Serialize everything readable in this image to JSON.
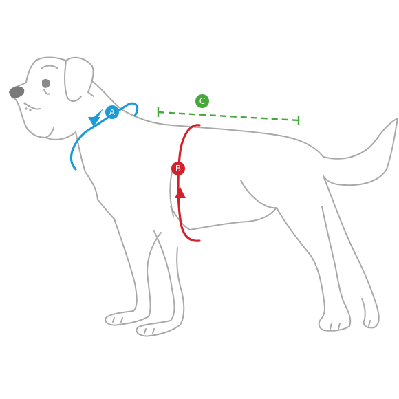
{
  "colors": {
    "outline": "#a9a9a9",
    "neck_marker": "#1e9bd7",
    "chest_marker": "#d4202a",
    "back_marker": "#46a83b"
  },
  "markers": {
    "neck": {
      "label": "A"
    },
    "chest": {
      "label": "B"
    },
    "back": {
      "label": "C"
    }
  }
}
